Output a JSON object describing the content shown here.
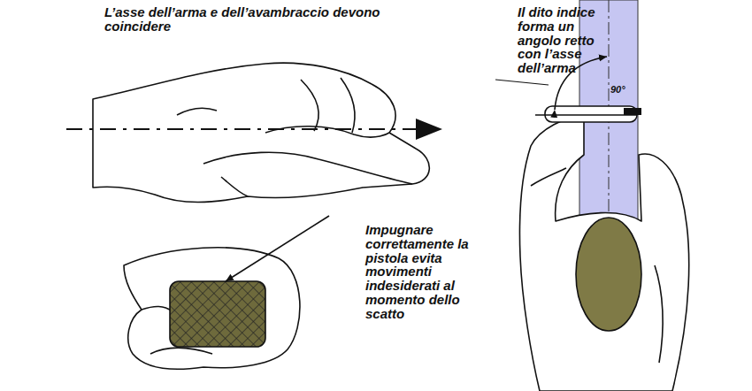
{
  "diagram": {
    "labels": [
      "L’asse dell’arma e dell’avambraccio devono coincidere",
      "Il dito indice forma un angolo retto con l’asse dell’arma",
      "90°",
      "Impugnare correttamente la pistola evita movimenti indesiderati al momento dello scatto"
    ]
  }
}
